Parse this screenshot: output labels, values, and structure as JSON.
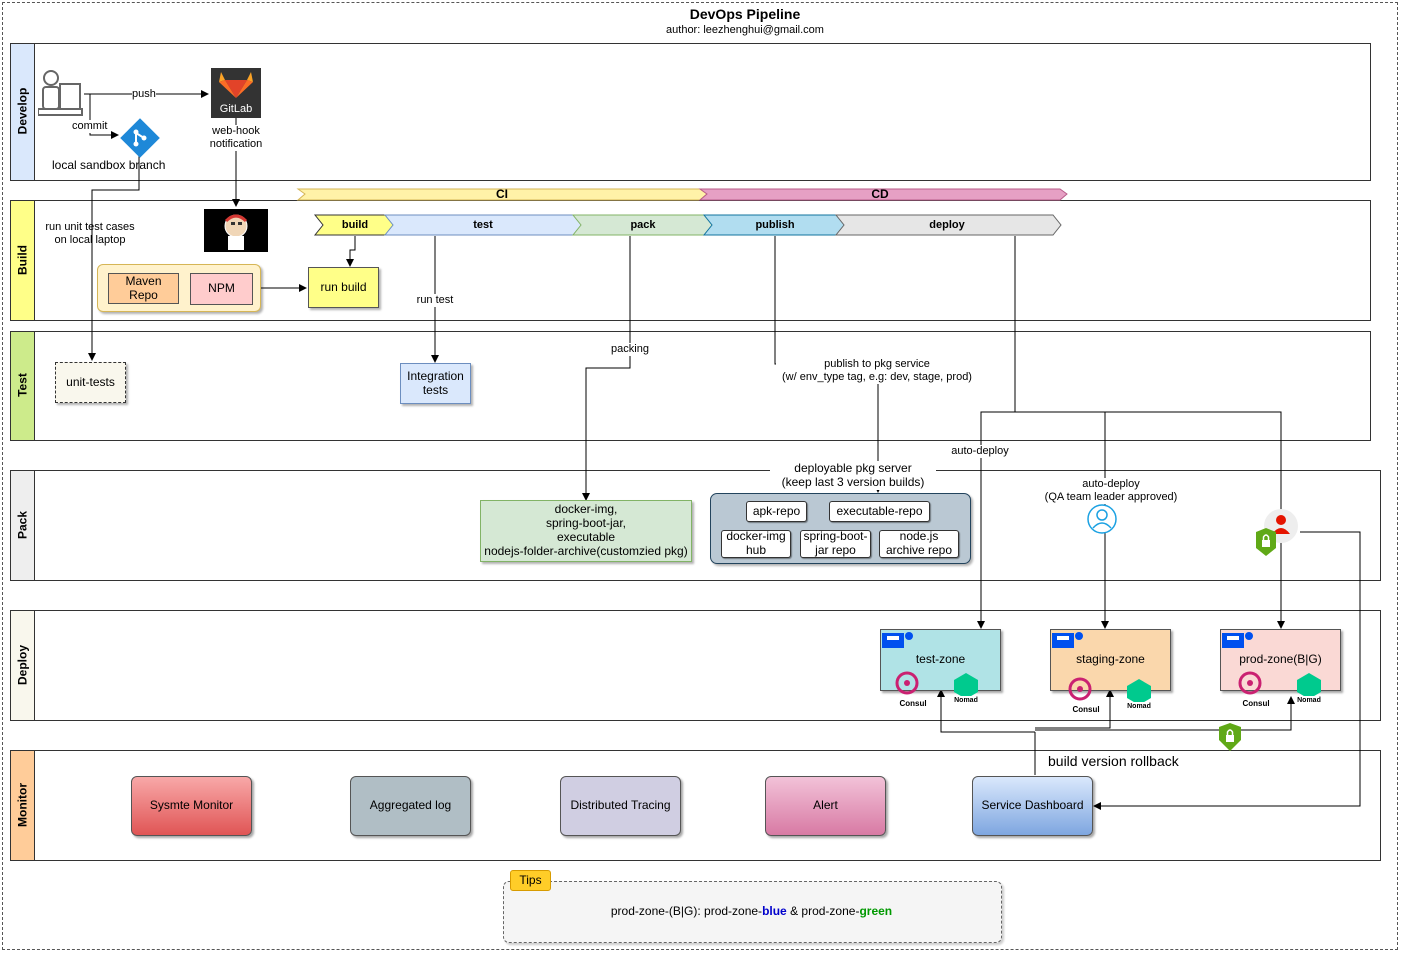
{
  "header": {
    "title": "DevOps Pipeline",
    "author": "author: leezhenghui@gmail.com"
  },
  "lanes": [
    {
      "label": "Develop",
      "color": "#dae8fc"
    },
    {
      "label": "Build",
      "color": "#ffff88"
    },
    {
      "label": "Test",
      "color": "#cdeb8b"
    },
    {
      "label": "Pack",
      "color": "#eeeeee"
    },
    {
      "label": "Deploy",
      "color": "#f9f7ed"
    },
    {
      "label": "Monitor",
      "color": "#ffcc99"
    }
  ],
  "develop": {
    "push": "push",
    "commit": "commit",
    "sandbox": "local sandbox branch",
    "gitlab": "GitLab",
    "webhook": "web-hook\nnotification"
  },
  "phases": {
    "ci": "CI",
    "cd": "CD"
  },
  "stages": [
    "build",
    "test",
    "pack",
    "publish",
    "deploy"
  ],
  "build": {
    "unit_note": "run unit test cases\non local laptop",
    "maven": "Maven\nRepo",
    "npm": "NPM",
    "run_build": "run build",
    "run_test": "run test"
  },
  "test": {
    "unit_tests": "unit-tests",
    "integration": "Integration\ntests",
    "packing": "packing",
    "publish_note": "publish to pkg service\n(w/ env_type tag, e.g: dev, stage, prod)"
  },
  "pack": {
    "artifacts": "docker-img,\nspring-boot-jar,\nexecutable\nnodejs-folder-archive(customzied pkg)",
    "server_title": "deployable pkg server\n(keep last 3 version builds)",
    "repos": [
      "apk-repo",
      "executable-repo",
      "docker-img\nhub",
      "spring-boot-\njar repo",
      "node.js\narchive repo"
    ],
    "auto_deploy_1": "auto-deploy",
    "auto_deploy_2": "auto-deploy\n(QA team leader approved)"
  },
  "deploy": {
    "zones": [
      {
        "label": "test-zone",
        "color": "#b0e3e6"
      },
      {
        "label": "staging-zone",
        "color": "#fad7ac"
      },
      {
        "label": "prod-zone(B|G)",
        "color": "#fad9d5"
      }
    ],
    "consul": "Consul",
    "nomad": "Nomad",
    "rollback": "build version rollback"
  },
  "monitor": {
    "items": [
      {
        "label": "Sysmte Monitor",
        "color": "#f08080"
      },
      {
        "label": "Aggregated log",
        "color": "#b0bec5"
      },
      {
        "label": "Distributed Tracing",
        "color": "#d0cee2"
      },
      {
        "label": "Alert",
        "color": "#e6a0c0"
      },
      {
        "label": "Service Dashboard",
        "color": "#a9c4eb"
      }
    ]
  },
  "tips": {
    "label": "Tips",
    "prefix": "prod-zone-(B|G):  prod-zone-",
    "blue": "blue",
    "mid": " & prod-zone-",
    "green": "green"
  }
}
